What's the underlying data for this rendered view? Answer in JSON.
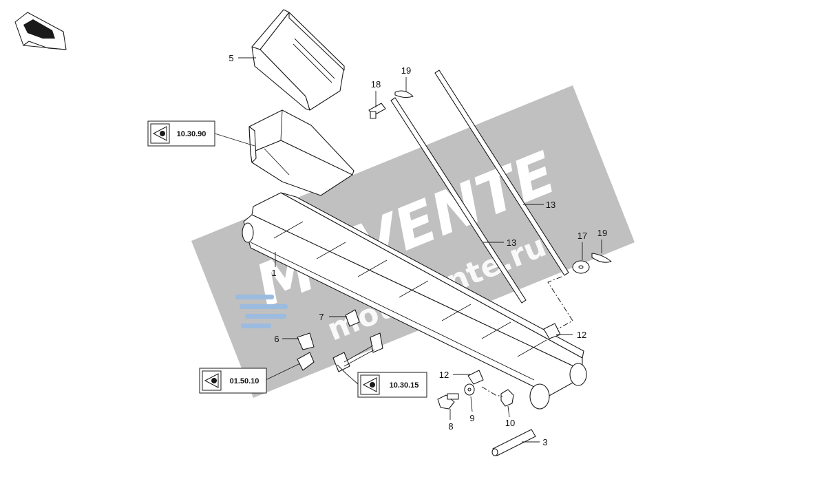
{
  "watermark": {
    "brand": "MOVENTE",
    "site": "motovente.ru",
    "color": "#8c8c8c",
    "accent": "#9bbbe0"
  },
  "orientation_icon": "front-arrow-icon",
  "callouts": {
    "c1": "1",
    "c3": "3",
    "c5": "5",
    "c6": "6",
    "c7": "7",
    "c8": "8",
    "c9": "9",
    "c10": "10",
    "c12a": "12",
    "c12b": "12",
    "c13a": "13",
    "c13b": "13",
    "c17": "17",
    "c18": "18",
    "c19a": "19",
    "c19b": "19"
  },
  "references": {
    "ref_a": {
      "code": "10.30.90",
      "icon": "eye-icon"
    },
    "ref_b": {
      "code": "01.50.10",
      "icon": "eye-icon"
    },
    "ref_c": {
      "code": "10.30.15",
      "icon": "eye-icon"
    }
  }
}
